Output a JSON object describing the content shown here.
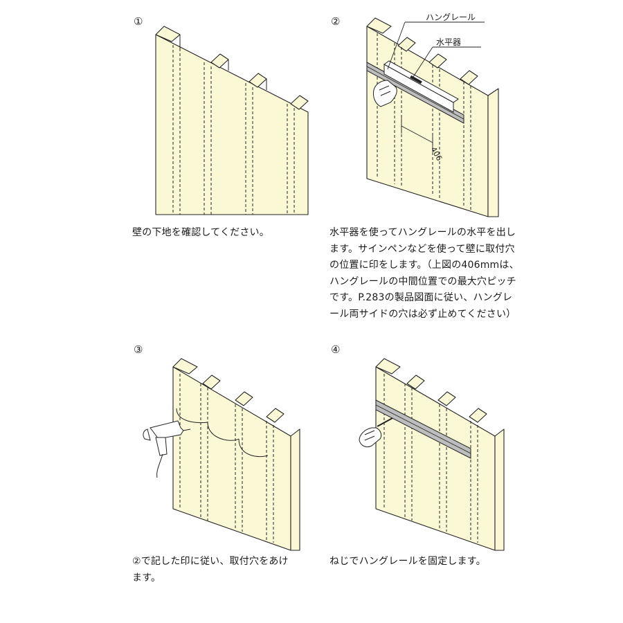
{
  "steps": [
    {
      "number": "①",
      "caption_lines": [
        "壁の下地を確認してください。"
      ]
    },
    {
      "number": "②",
      "caption_lines": [
        "水平器を使ってハングレールの水平を出し",
        "ます。サインペンなどを使って壁に取付穴",
        "の位置に印をします。（上図の406mmは、",
        "ハングレールの中間位置での最大穴ピッチ",
        "です。P.283の製品図面に従い、ハングレ",
        "ール両サイドの穴は必ず止めてください）"
      ],
      "labels": {
        "rail": "ハングレール",
        "level": "水平器",
        "dimension": "406"
      }
    },
    {
      "number": "③",
      "caption_lines": [
        "②で記した印に従い、取付穴をあけ",
        "ます。"
      ]
    },
    {
      "number": "④",
      "caption_lines": [
        "ねじでハングレールを固定します。"
      ]
    }
  ],
  "colors": {
    "panel_fill": "#fbf8d6",
    "line": "#222222",
    "rail_fill": "#bdbdbd"
  },
  "icons": [
    "drill-icon",
    "hand-with-screwdriver-icon",
    "hand-holding-level-icon"
  ]
}
